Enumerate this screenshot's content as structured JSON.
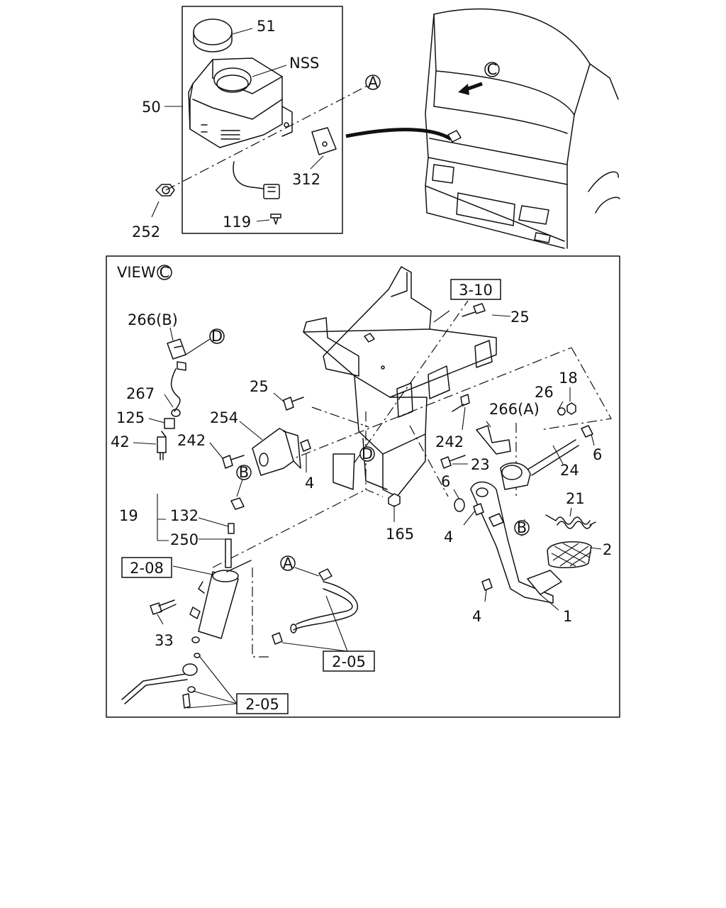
{
  "view_label": "VIEW",
  "view_marker": "C",
  "callouts": {
    "c51": "51",
    "cNSS": "NSS",
    "c50": "50",
    "c312": "312",
    "c252": "252",
    "c119": "119",
    "c310": "3-10",
    "c25a": "25",
    "c266b": "266(B)",
    "c267": "267",
    "c125": "125",
    "c42": "42",
    "c25b": "25",
    "c254": "254",
    "c242a": "242",
    "c4a": "4",
    "c242b": "242",
    "c266a": "266(A)",
    "c26": "26",
    "c18": "18",
    "c6a": "6",
    "c24": "24",
    "c23": "23",
    "c6b": "6",
    "c21": "21",
    "c4b": "4",
    "c165": "165",
    "c2": "2",
    "c19": "19",
    "c132": "132",
    "c250": "250",
    "c208": "2-08",
    "c33": "33",
    "c4c": "4",
    "c1": "1",
    "c205a": "2-05",
    "c205b": "2-05"
  },
  "ref_markers": {
    "A": "A",
    "C": "C",
    "D": "D",
    "B": "B"
  }
}
